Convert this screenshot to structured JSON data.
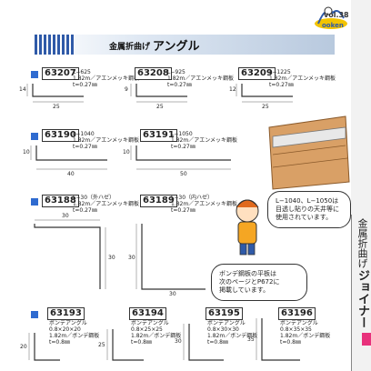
{
  "header": {
    "volume": "vol.38",
    "title_small": "金属折曲げ",
    "title_big": "アングル"
  },
  "side": {
    "label_small": "金属折曲げ",
    "label_big": "ジョイナー"
  },
  "products": [
    {
      "code": "63207",
      "spec": [
        "L−625",
        "1.82m／アエンメッキ鋼板",
        "t=0.27㎜"
      ],
      "dims": [
        "14",
        "25"
      ]
    },
    {
      "code": "63208",
      "spec": [
        "L−925",
        "1.82m／アエンメッキ鋼板",
        "t=0.27㎜"
      ],
      "dims": [
        "9",
        "25"
      ]
    },
    {
      "code": "63209",
      "spec": [
        "L−1225",
        "1.82m／アエンメッキ鋼板",
        "t=0.27㎜"
      ],
      "dims": [
        "12",
        "25"
      ]
    },
    {
      "code": "63190",
      "spec": [
        "L−1040",
        "1.82m／アエンメッキ鋼板",
        "t=0.27㎜"
      ],
      "dims": [
        "10",
        "40"
      ]
    },
    {
      "code": "63191",
      "spec": [
        "L−1050",
        "1.82m／アエンメッキ鋼板",
        "t=0.27㎜"
      ],
      "dims": [
        "10",
        "50"
      ]
    },
    {
      "code": "63188",
      "spec": [
        "L−30（外ハゼ）",
        "1.82m／アエンメッキ鋼板",
        "t=0.27㎜"
      ],
      "dims": [
        "30",
        "30"
      ]
    },
    {
      "code": "63189",
      "spec": [
        "L−30（内ハゼ）",
        "1.82m／アエンメッキ鋼板",
        "t=0.27㎜"
      ],
      "dims": [
        "30",
        "30"
      ]
    },
    {
      "code": "63193",
      "spec": [
        "ボンデアングル",
        "0.8×20×20",
        "1.82m／ボンデ鋼板",
        "t=0.8㎜"
      ],
      "dims": [
        "20"
      ]
    },
    {
      "code": "63194",
      "spec": [
        "ボンデアングル",
        "0.8×25×25",
        "1.82m／ボンデ鋼板",
        "t=0.8㎜"
      ],
      "dims": [
        "25"
      ]
    },
    {
      "code": "63195",
      "spec": [
        "ボンデアングル",
        "0.8×30×30",
        "1.82m／ボンデ鋼板",
        "t=0.8㎜"
      ],
      "dims": [
        "30"
      ]
    },
    {
      "code": "63196",
      "spec": [
        "ボンデアングル",
        "0.8×35×35",
        "1.82m／ボンデ鋼板",
        "t=0.8㎜"
      ],
      "dims": [
        "35"
      ]
    }
  ],
  "notes": {
    "note1": [
      "L−1040、L−1050は",
      "目透し貼りの天井等に",
      "使用されています。"
    ],
    "note2": [
      "ボンデ鋼板の平板は",
      "次のページとP672に",
      "掲載しています。"
    ]
  },
  "colors": {
    "accent": "#2f6bd0",
    "side_mark": "#e8327c",
    "title_bar": "#b8c9de"
  }
}
